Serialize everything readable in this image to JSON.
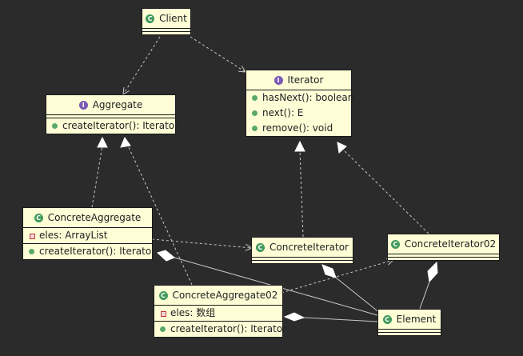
{
  "colors": {
    "background": "#2b2b2b",
    "class_fill": "#fefdd6",
    "class_badge": "#3f9a5b",
    "interface_badge": "#7a58b6",
    "edge": "#c8c8c8"
  },
  "icons": {
    "class": "class-c-icon",
    "interface": "interface-i-icon",
    "public_method": "public-dot-icon",
    "private_field": "private-square-icon"
  },
  "classes": {
    "client": {
      "badge": "C",
      "name": "Client"
    },
    "iterator": {
      "badge": "I",
      "name": "Iterator",
      "methods": [
        "hasNext(): boolean",
        "next(): E",
        "remove(): void"
      ]
    },
    "aggregate": {
      "badge": "I",
      "name": "Aggregate",
      "methods": [
        "createIterator(): Iterator"
      ]
    },
    "concrete_aggregate": {
      "badge": "C",
      "name": "ConcreteAggregate",
      "fields": [
        "eles: ArrayList"
      ],
      "methods": [
        "createIterator(): Iterator"
      ]
    },
    "concrete_iterator": {
      "badge": "C",
      "name": "ConcreteIterator"
    },
    "concrete_iterator02": {
      "badge": "C",
      "name": "ConcreteIterator02"
    },
    "concrete_aggregate02": {
      "badge": "C",
      "name": "ConcreteAggregate02",
      "fields": [
        "eles: 数组"
      ],
      "methods": [
        "createIterator(): Iterator"
      ]
    },
    "element": {
      "badge": "C",
      "name": "Element"
    }
  }
}
